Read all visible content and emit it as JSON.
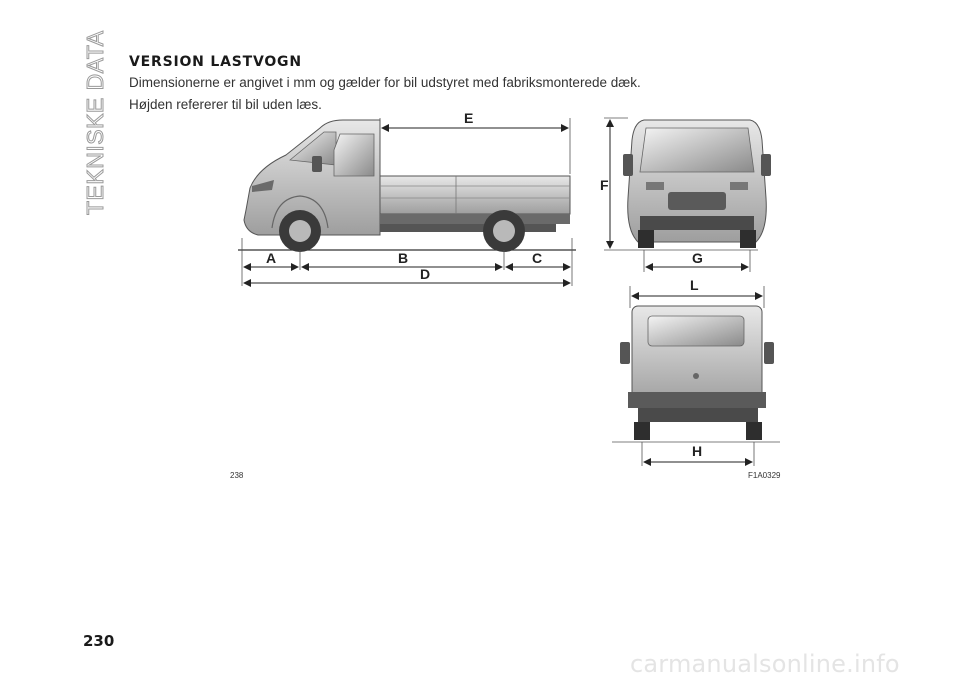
{
  "side_tab": {
    "text": "TEKNISKE DATA"
  },
  "section": {
    "title": "VERSION LASTVOGN",
    "lines": [
      "Dimensionerne er angivet i mm og gælder for bil udstyret med fabriksmonterede dæk.",
      "Højden refererer til bil uden læs."
    ]
  },
  "figure": {
    "labels": {
      "a": "A",
      "b": "B",
      "c": "C",
      "d": "D",
      "e": "E",
      "f": "F",
      "g": "G",
      "h": "H",
      "l": "L"
    },
    "figure_number": "238",
    "figure_code": "F1A0329"
  },
  "page_number": "230",
  "watermark": "carmanualsonline.info",
  "colors": {
    "tab": "#8c8c8c",
    "body_gray": "#b9b9b9",
    "dark": "#4a4a4a"
  }
}
